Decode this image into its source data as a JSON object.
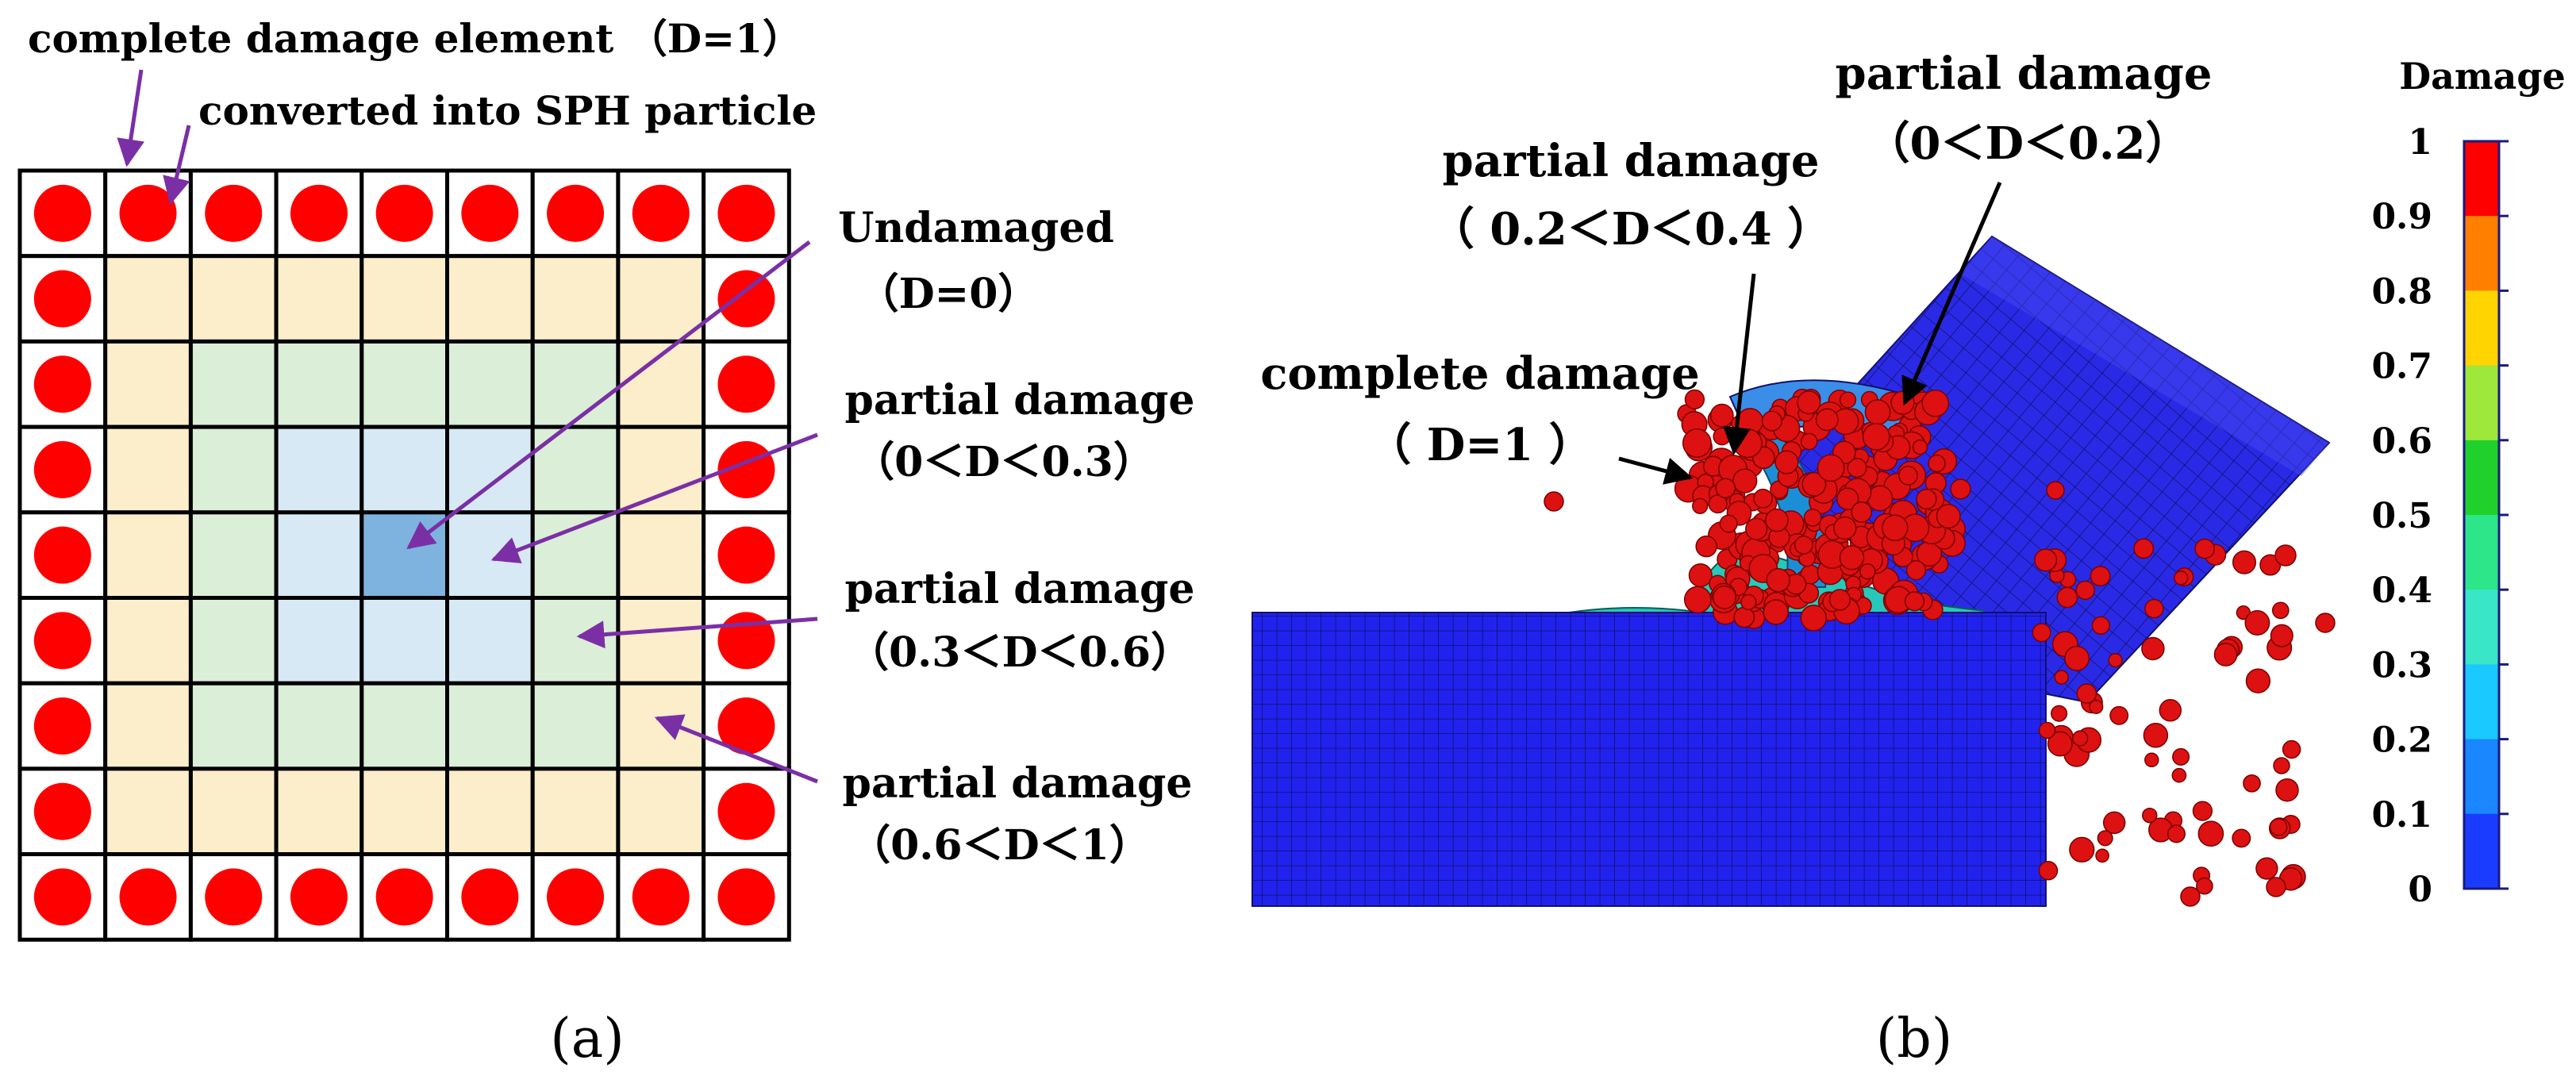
{
  "panel_a": {
    "top_label_1": "complete damage element  （D=1）",
    "top_label_2": "converted into SPH particle",
    "labels": [
      {
        "line1": "Undamaged",
        "line2": "（D=0）"
      },
      {
        "line1": "partial damage",
        "line2": "（0＜D＜0.3）"
      },
      {
        "line1": "partial damage",
        "line2": "（0.3＜D＜0.6）"
      },
      {
        "line1": "partial damage",
        "line2": "（0.6＜D＜1）"
      }
    ],
    "caption": "(a)",
    "colors": {
      "particle": "#ff0000",
      "ring_outer": "#fdeecb",
      "ring_middle": "#dbeed8",
      "ring_inner": "#d8e9f6",
      "center": "#7fb3df",
      "grid_line": "#000000",
      "arrow": "#7b2fa5"
    }
  },
  "panel_b": {
    "labels": {
      "pd_top_line1": "partial damage",
      "pd_top_line2": "（0＜D＜0.2）",
      "pd_mid_line1": "partial damage",
      "pd_mid_line2": "（ 0.2＜D＜0.4 ）",
      "complete_line1": "complete damage",
      "complete_line2": "（ D=1 ）"
    },
    "colorbar_title": "Damage",
    "colorbar_ticks": [
      "1",
      "0.9",
      "0.8",
      "0.7",
      "0.6",
      "0.5",
      "0.4",
      "0.3",
      "0.2",
      "0.1",
      "0"
    ],
    "colorbar_colors": [
      "#ff0000",
      "#ff7f00",
      "#ffd400",
      "#9ee83c",
      "#1fd12a",
      "#2ee68a",
      "#39e6c8",
      "#19c9ff",
      "#1a86ff",
      "#1a3cff"
    ],
    "caption": "(b)",
    "colors": {
      "block": "#2222ee",
      "mesh_line": "#111166",
      "particle": "#dd1111",
      "arrow": "#000000"
    }
  }
}
